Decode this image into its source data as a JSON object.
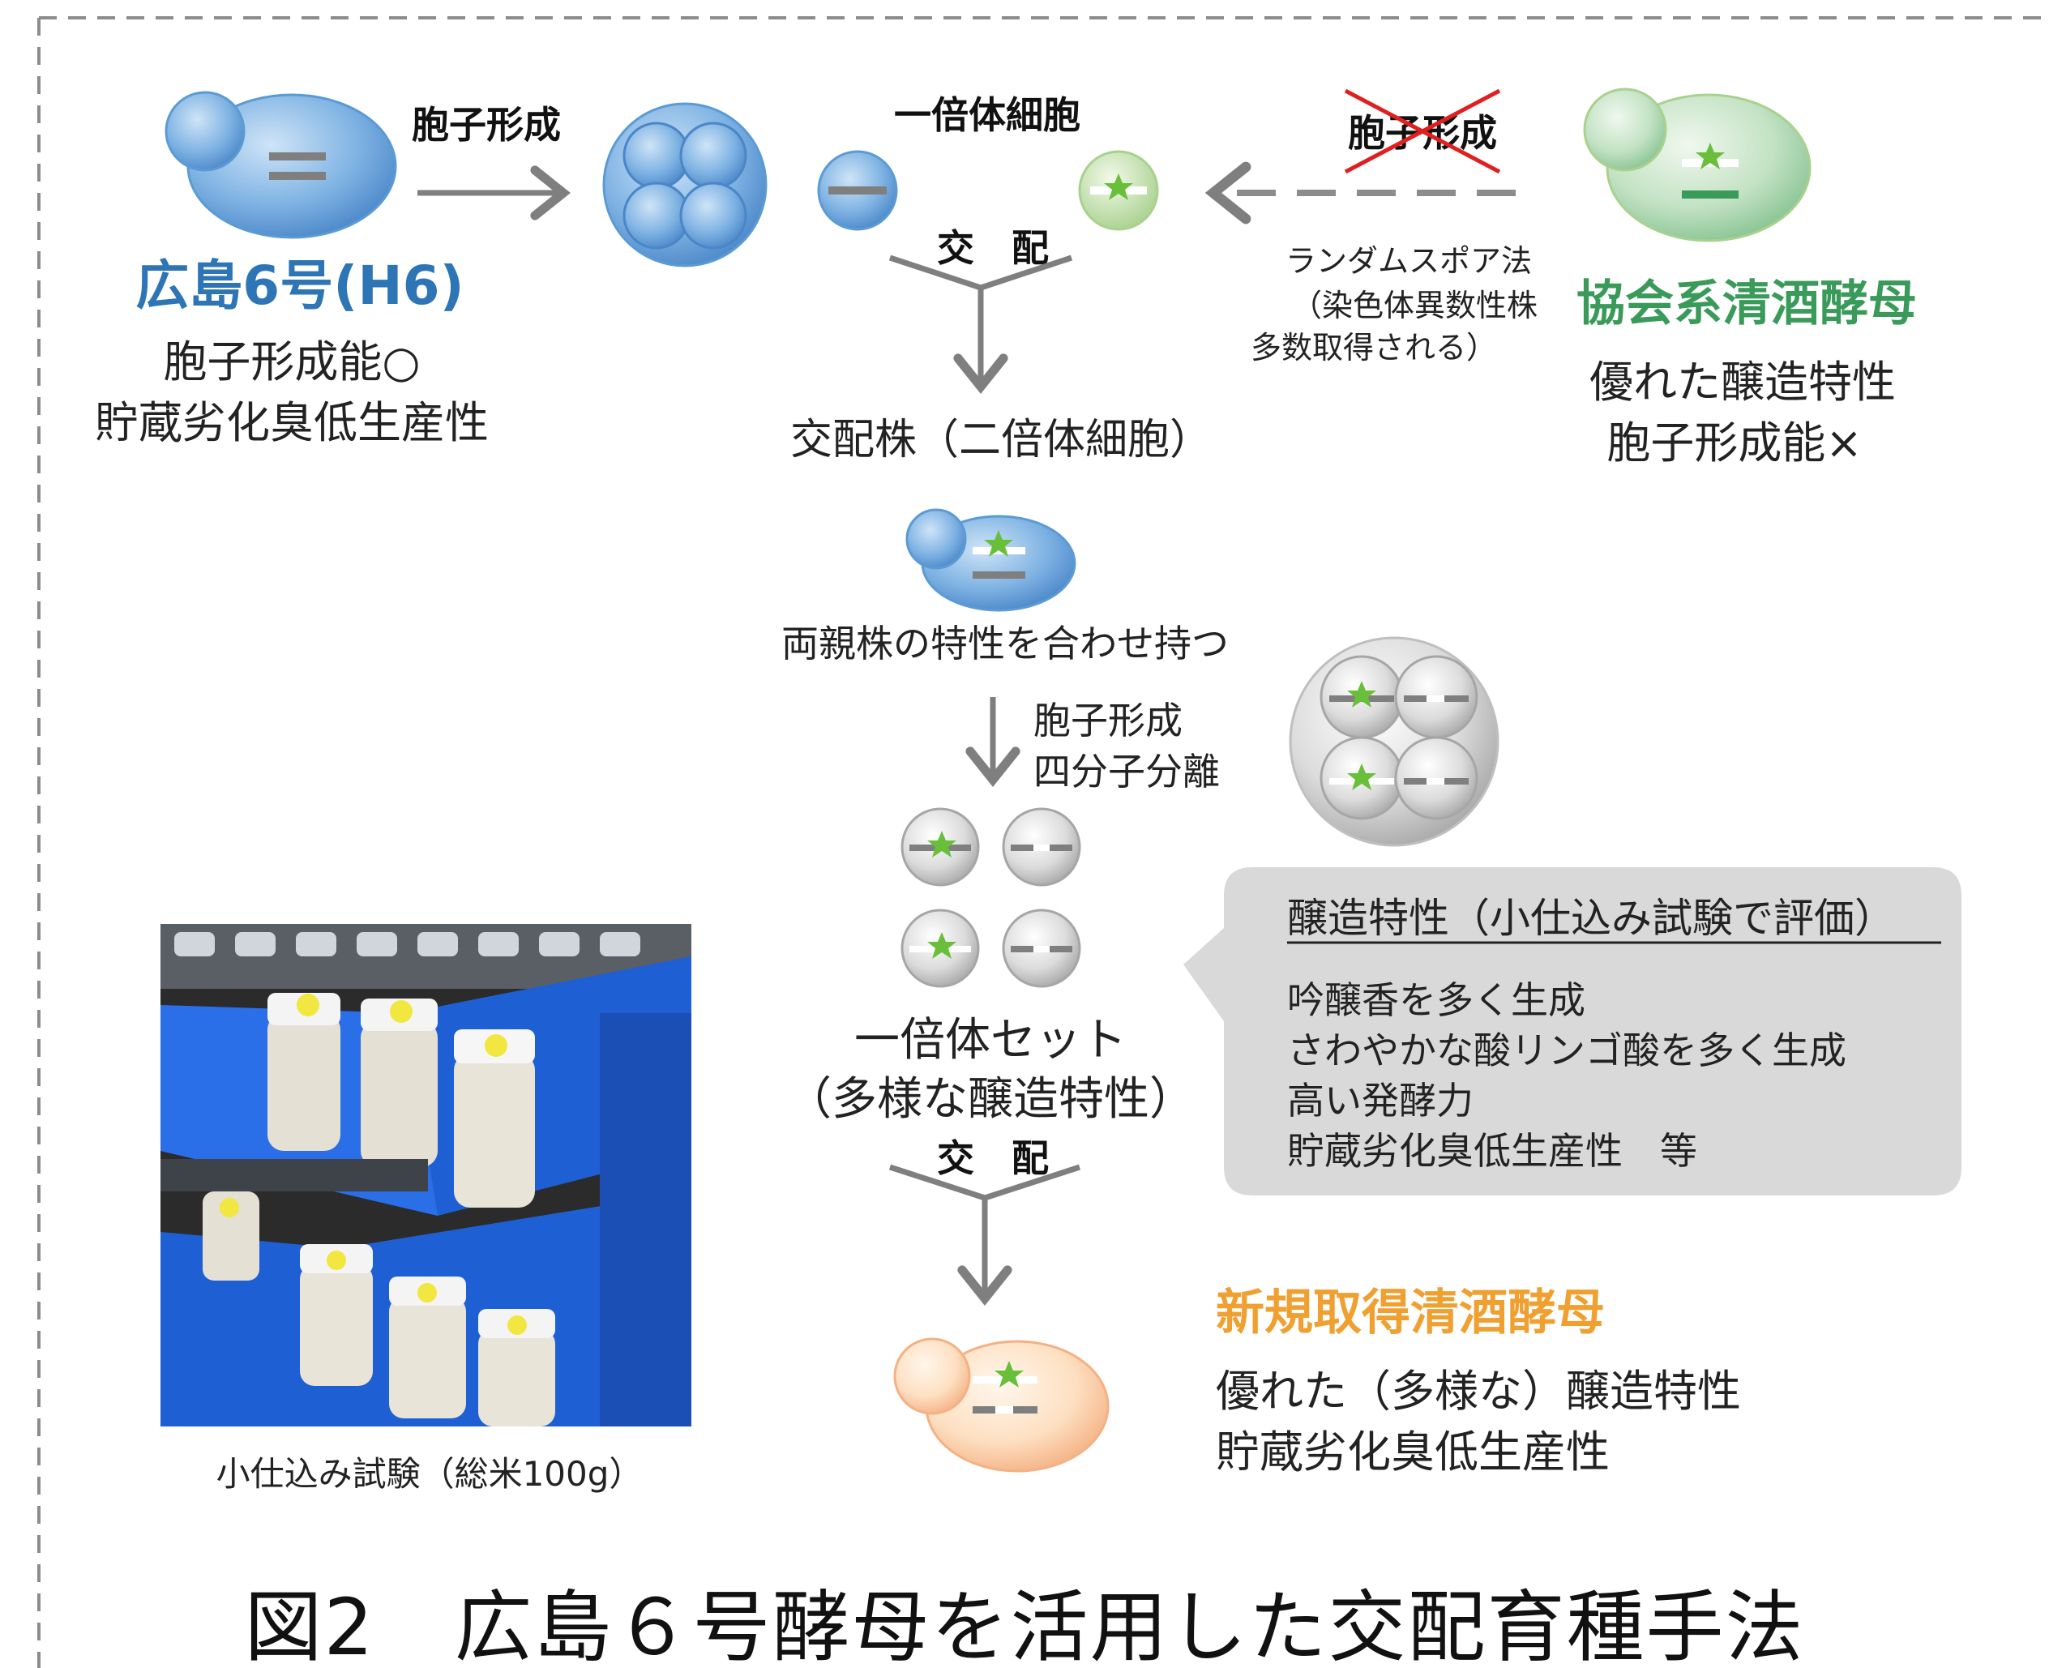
{
  "left_strain": {
    "name": "広島6号(H6)",
    "trait_1": "胞子形成能○",
    "trait_2": "貯蔵劣化臭低生産性"
  },
  "right_strain": {
    "name": "協会系清酒酵母",
    "trait_1": "優れた醸造特性",
    "trait_2": "胞子形成能×"
  },
  "labels": {
    "sporulation_top": "胞子形成",
    "haploid_cell": "一倍体細胞",
    "crossed_sporulation": "胞子形成",
    "random_spore_1": "ランダムスポア法",
    "random_spore_2": "（染色体異数性株",
    "random_spore_3": "多数取得される）",
    "mating_1": "交　配",
    "hybrid": "交配株（二倍体細胞）",
    "parents_traits": "両親株の特性を合わせ持つ",
    "sporulation_2": "胞子形成",
    "tetrad": "四分子分離",
    "haploid_set_1": "一倍体セット",
    "haploid_set_2": "（多様な醸造特性）",
    "mating_2": "交　配"
  },
  "callout": {
    "title": "醸造特性（小仕込み試験で評価）",
    "items": [
      "吟醸香を多く生成",
      "さわやかな酸リンゴ酸を多く生成",
      "高い発酵力",
      "貯蔵劣化臭低生産性　等"
    ]
  },
  "new_strain": {
    "name": "新規取得清酒酵母",
    "trait_1": "優れた（多様な）醸造特性",
    "trait_2": "貯蔵劣化臭低生産性"
  },
  "photo_caption": "小仕込み試験（総米100g）",
  "figure_title": "図2　広島６号酵母を活用した交配育種手法",
  "colors": {
    "blue": "#5b9bd5",
    "blue_text": "#2e75b6",
    "green": "#a9d18e",
    "green_text": "#3a9a5a",
    "orange": "#f4b183",
    "orange_text": "#f0a030",
    "gray": "#7f7f7f",
    "star": "#6abf3a"
  }
}
